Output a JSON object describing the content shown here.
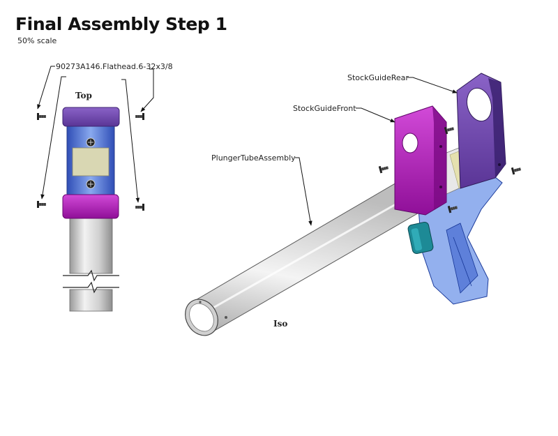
{
  "header": {
    "title": "Final Assembly Step 1",
    "subtitle": "50% scale"
  },
  "views": {
    "top_label": "Top",
    "iso_label": "Iso"
  },
  "callouts": {
    "screw": "90273A146.Flathead.6-32x3/8",
    "plunger_tube": "PlungerTubeAssembly",
    "stock_guide_front": "StockGuideFront",
    "stock_guide_rear": "StockGuideRear"
  },
  "colors": {
    "magenta_part": "#b01ab8",
    "purple_part": "#6d40a8",
    "blue_transparent": "#2b5ed8",
    "tube_gray": "#d6d6d6",
    "teal_button": "#1d8a96"
  }
}
